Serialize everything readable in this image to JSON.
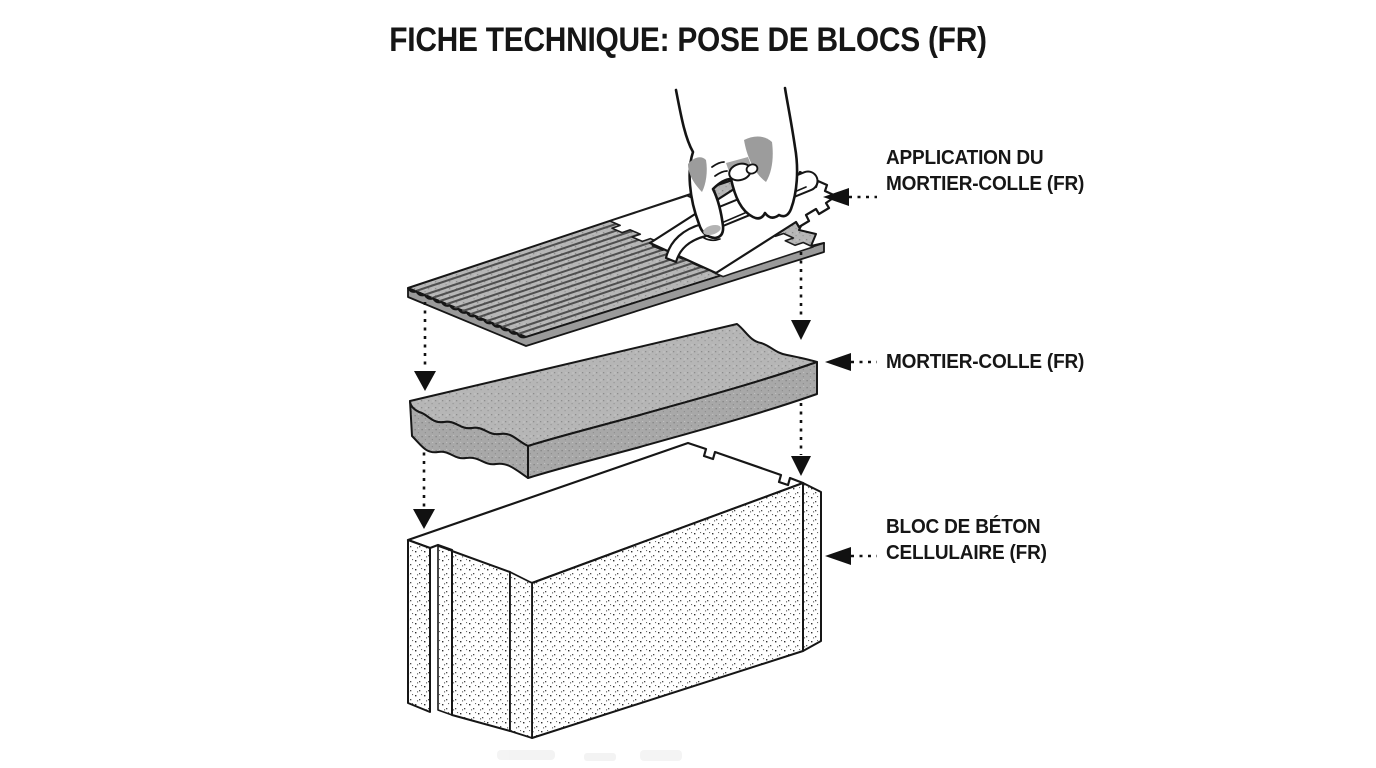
{
  "title": "FICHE TECHNIQUE: POSE DE BLOCS (FR)",
  "labels": {
    "application": {
      "line1": "APPLICATION DU",
      "line2": "MORTIER-COLLE (FR)"
    },
    "mortier": {
      "line1": "MORTIER-COLLE (FR)"
    },
    "bloc": {
      "line1": "BLOC DE BÉTON",
      "line2": "CELLULAIRE (FR)"
    }
  },
  "colors": {
    "ink": "#161616",
    "mortar_gray": "#b6b6b6",
    "mortar_side_gray": "#a8a8a8",
    "block_white": "#ffffff",
    "background": "#ffffff"
  }
}
